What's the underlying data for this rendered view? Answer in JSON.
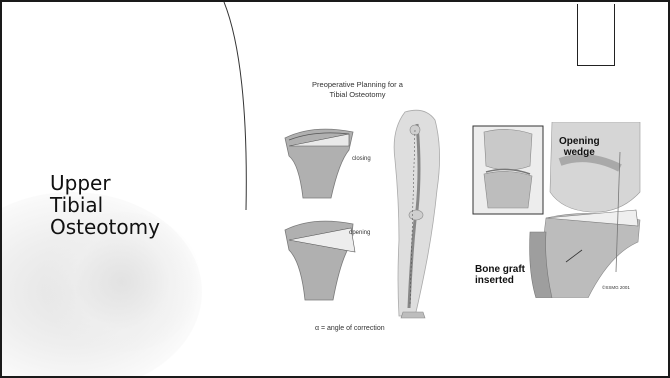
{
  "slide": {
    "title_lines": [
      "Upper",
      "Tibial",
      "Osteotomy"
    ]
  },
  "figure": {
    "title_lines": [
      "Preoperative Planning for a",
      "Tibial Osteotomy"
    ],
    "label_closing": "closing",
    "label_opening": "opening",
    "caption": "α = angle of correction"
  },
  "illustration": {
    "label_wedge_lines": [
      "Opening",
      "wedge"
    ],
    "label_graft_lines": [
      "Bone graft",
      "inserted"
    ],
    "copyright": "©SSMG 2001"
  }
}
